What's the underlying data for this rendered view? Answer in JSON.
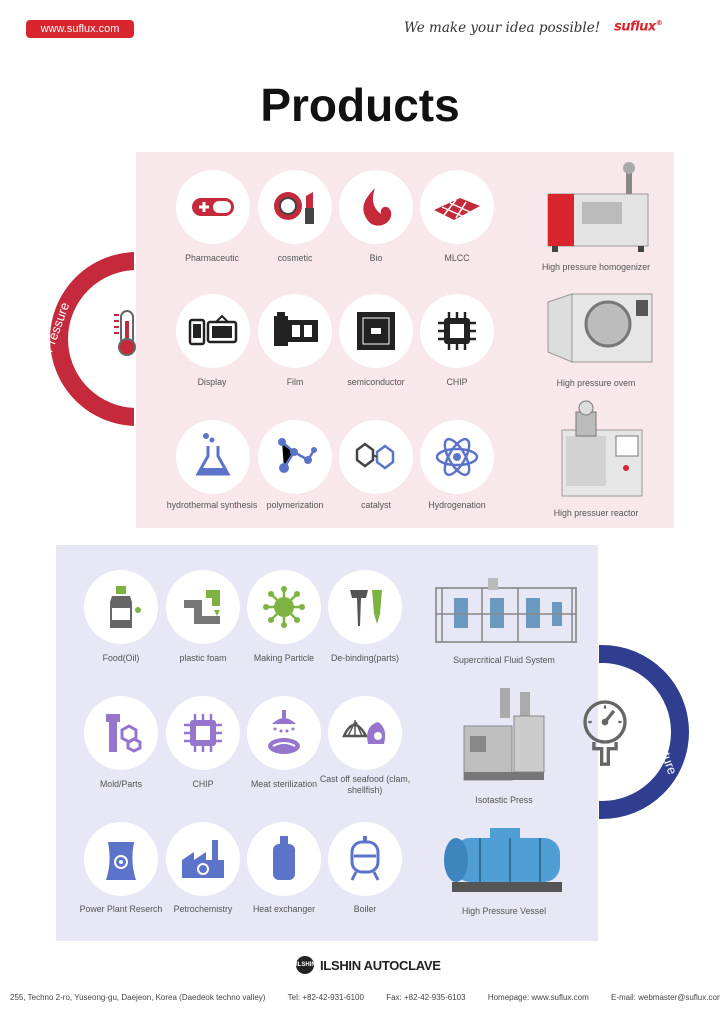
{
  "header": {
    "url": "www.suflux.com",
    "slogan": "We make your idea possible!",
    "brand": "suflux"
  },
  "title": "Products",
  "high_pressure": {
    "label": "High Pressure",
    "items": [
      {
        "label": "Pharmaceutic",
        "icon": "capsule-icon"
      },
      {
        "label": "cosmetic",
        "icon": "cosmetic-icon"
      },
      {
        "label": "Bio",
        "icon": "bio-icon"
      },
      {
        "label": "MLCC",
        "icon": "mlcc-icon"
      },
      {
        "label": "Display",
        "icon": "display-icon"
      },
      {
        "label": "Film",
        "icon": "film-icon"
      },
      {
        "label": "semiconductor",
        "icon": "semiconductor-icon"
      },
      {
        "label": "CHIP",
        "icon": "chip-icon"
      },
      {
        "label": "hydrothermal synthesis",
        "icon": "flask-icon"
      },
      {
        "label": "polymerization",
        "icon": "molecule-icon"
      },
      {
        "label": "catalyst",
        "icon": "catalyst-icon"
      },
      {
        "label": "Hydrogenation",
        "icon": "atom-icon"
      }
    ],
    "equipment": [
      {
        "label": "High pressure homogenizer"
      },
      {
        "label": "High pressure ovem"
      },
      {
        "label": "High pressuer reactor"
      }
    ]
  },
  "high_temperature": {
    "label": "High Temperature",
    "items": [
      {
        "label": "Food(Oil)",
        "icon": "oil-bottle-icon"
      },
      {
        "label": "plastic  foam",
        "icon": "pipe-icon"
      },
      {
        "label": "Making Particle",
        "icon": "particle-icon"
      },
      {
        "label": "De-binding(parts)",
        "icon": "screw-icon"
      },
      {
        "label": "Mold/Parts",
        "icon": "bolt-nut-icon"
      },
      {
        "label": "CHIP",
        "icon": "chip-icon"
      },
      {
        "label": "Meat sterilization",
        "icon": "shower-meat-icon"
      },
      {
        "label": "Cast off seafood (clam, shellfish)",
        "icon": "shell-icon"
      },
      {
        "label": "Power Plant Reserch",
        "icon": "power-plant-icon"
      },
      {
        "label": "Petrochemistry",
        "icon": "factory-icon"
      },
      {
        "label": "Heat exchanger",
        "icon": "tank-icon"
      },
      {
        "label": "Boiler",
        "icon": "boiler-icon"
      }
    ],
    "equipment": [
      {
        "label": "Supercritical Fluid System"
      },
      {
        "label": "Isotastic Press"
      },
      {
        "label": "High Pressure Vessel"
      }
    ]
  },
  "footer": {
    "company": "ILSHIN AUTOCLAVE",
    "logo_mark": "ILSHIN",
    "address": "255, Techno 2-ro, Yuseong-gu, Daejeon, Korea (Daedeok techno valley)",
    "tel": "Tel: +82-42-931-6100",
    "fax": "Fax: +82-42-935-6103",
    "homepage": "Homepage: www.suflux.com",
    "email": "E-mail: webmaster@suflux.com"
  },
  "colors": {
    "brand_red": "#d9262e",
    "pressure_red": "#c42a3b",
    "temperature_navy": "#2f3e8e",
    "pressure_panel": "#f8e7eb",
    "temperature_panel": "#e7e7f5"
  }
}
